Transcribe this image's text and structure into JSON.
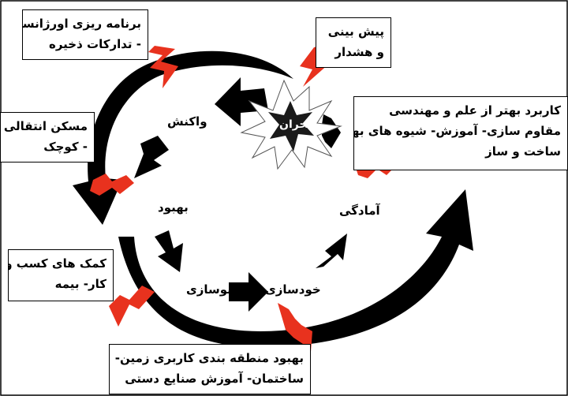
{
  "diagram": {
    "center_label": "بحران",
    "stages": {
      "reaction": "واکنش",
      "recovery": "بهبود",
      "reconstruction": "نوسازی",
      "self_reliance": "خودسازی",
      "preparedness": "آمادگی"
    },
    "callouts": {
      "orgplan": [
        "برنامه ریزی اورژانسی",
        "- تدارکات ذخیره"
      ],
      "warning": [
        "پیش بینی",
        "و هشدار"
      ],
      "engineering": [
        "کاربرد بهتر از علم و مهندسی",
        "مقاوم سازی- آموزش- شیوه های بهتر",
        "ساخت و ساز"
      ],
      "temp_housing": [
        "مسکن انتقالی",
        "- کوچک"
      ],
      "business_aid": [
        "کمک های کسب و",
        "کار- بیمه"
      ],
      "landuse": [
        "بهبود منطقه بندی کاربری زمین-",
        "ساختمان- آموزش صنایع دستی"
      ]
    },
    "colors": {
      "bolt": "#e8321e",
      "arrow": "#000000",
      "burst_fill": "#ffffff",
      "star": "#1a1a1a"
    }
  }
}
